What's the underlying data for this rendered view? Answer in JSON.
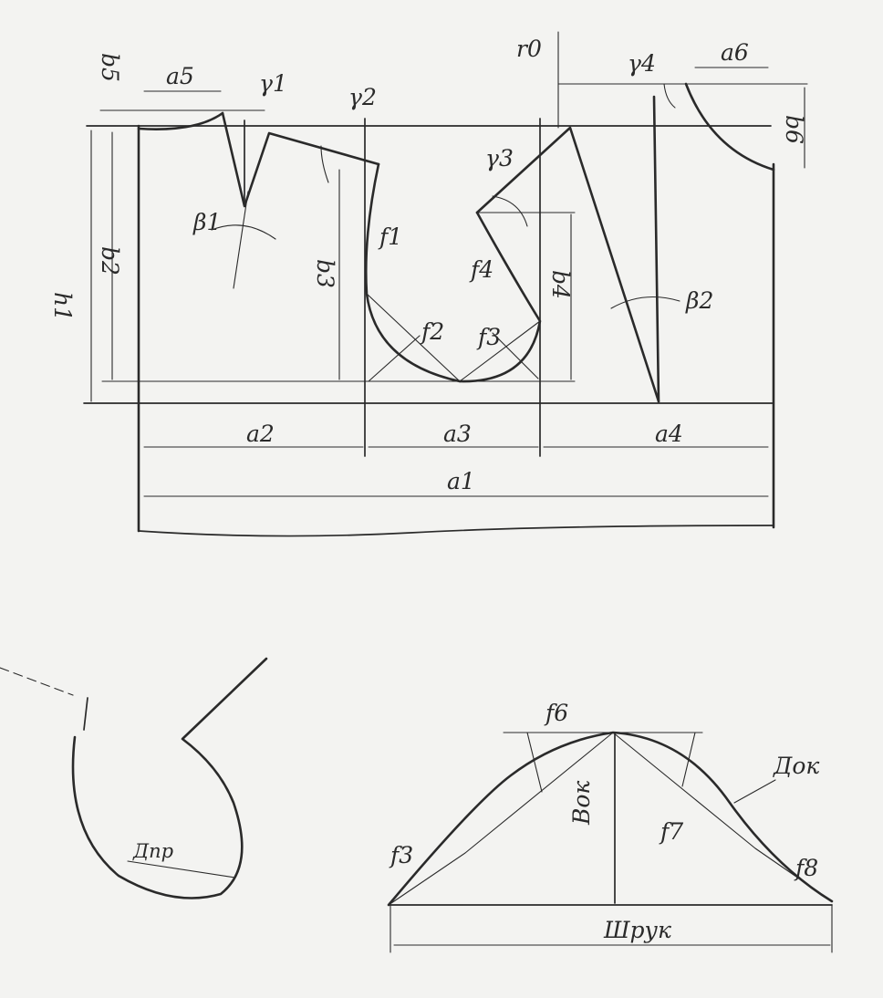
{
  "colors": {
    "paper": "#f3f3f1",
    "ink": "#2a2a2a"
  },
  "labels": {
    "a1": "a1",
    "a2": "a2",
    "a3": "a3",
    "a4": "a4",
    "a5": "a5",
    "a6": "a6",
    "b1": "h1",
    "b2": "b2",
    "b3": "b3",
    "b4": "b4",
    "b5": "b5",
    "b6": "b6",
    "g0": "r0",
    "g1": "γ1",
    "g2": "γ2",
    "g3": "γ3",
    "g4": "γ4",
    "beta1": "β1",
    "beta2": "β2",
    "f1": "f1",
    "f2": "f2",
    "f3": "f3",
    "f4": "f4",
    "dpr": "Дпр",
    "f6": "f6",
    "f7": "f7",
    "f8": "f8",
    "f3b": "f3",
    "vok": "Вок",
    "dok": "Док",
    "shruk": "Шрук"
  }
}
